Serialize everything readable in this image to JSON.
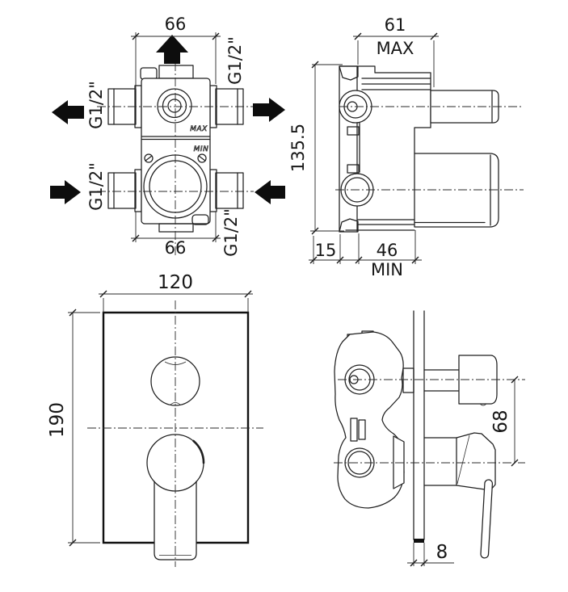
{
  "drawing": {
    "background": "#ffffff",
    "line_color": "#1f1f1f",
    "views": {
      "valve_front": {
        "dim_width_top": "66",
        "dim_width_bottom": "66",
        "port_top_right": "G1/2\"",
        "port_left_upper": "G1/2\"",
        "port_left_lower": "G1/2\"",
        "port_bottom_right": "G1/2\"",
        "body_max_marking": "MAX",
        "body_min_marking": "MIN"
      },
      "valve_side": {
        "dim_depth_top": "61",
        "depth_top_label": "MAX",
        "dim_height": "135.5",
        "dim_wall_offset": "15",
        "dim_depth_bottom": "46",
        "depth_bottom_label": "MIN"
      },
      "plate_front": {
        "dim_width": "120",
        "dim_height": "190"
      },
      "plate_side": {
        "dim_handle_centers": "68",
        "dim_plate_thickness": "8"
      }
    }
  }
}
